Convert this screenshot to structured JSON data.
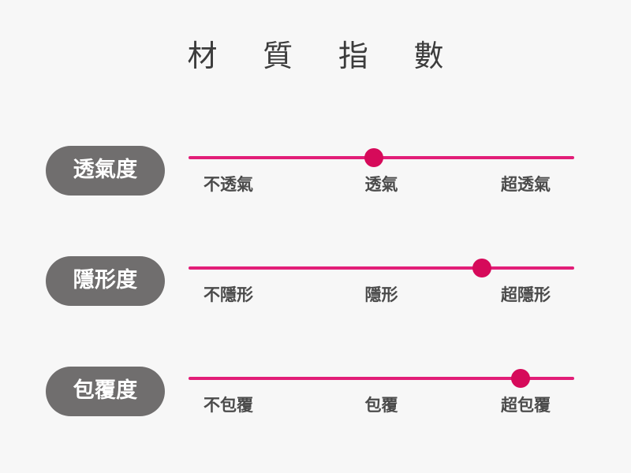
{
  "header": {
    "title": "材 質 指 數",
    "title_plain": "材質指數"
  },
  "theme": {
    "background": "#f7f7f7",
    "pill_background": "#706e6e",
    "pill_text": "#ffffff",
    "track": "#e21e78",
    "knob": "#d60a5a",
    "scale_text": "#4b4b4b",
    "title_text": "#3c3c3c"
  },
  "rows": [
    {
      "id": "breathability",
      "pill_label": "透氣度",
      "value_percent": 48,
      "scale": {
        "start": "不透氣",
        "mid": "透氣",
        "end": "超透氣"
      }
    },
    {
      "id": "invisibility",
      "pill_label": "隱形度",
      "value_percent": 76,
      "scale": {
        "start": "不隱形",
        "mid": "隱形",
        "end": "超隱形"
      }
    },
    {
      "id": "coverage",
      "pill_label": "包覆度",
      "value_percent": 86,
      "scale": {
        "start": "不包覆",
        "mid": "包覆",
        "end": "超包覆"
      }
    }
  ]
}
